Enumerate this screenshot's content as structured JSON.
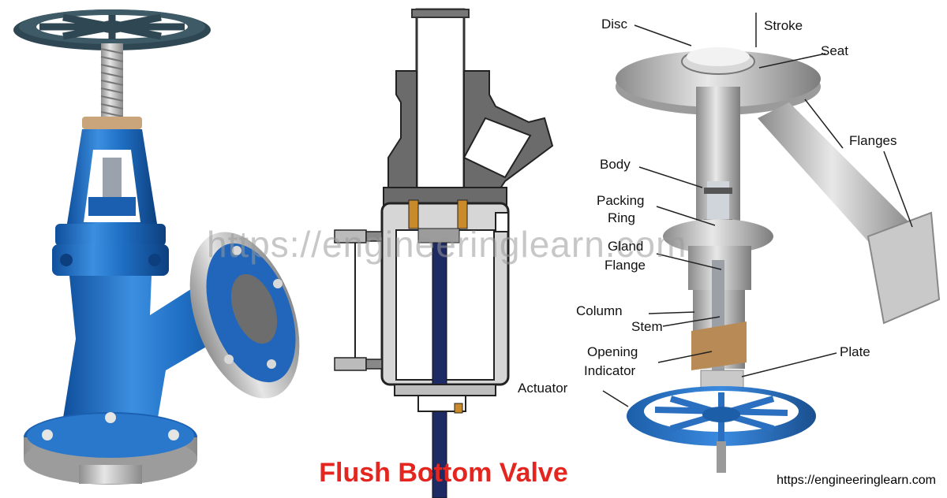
{
  "title": "Flush Bottom Valve",
  "watermark": "https://engineeringlearn.com",
  "website": "https://engineeringlearn.com",
  "labels": {
    "disc": "Disc",
    "stroke": "Stroke",
    "seat": "Seat",
    "flanges": "Flanges",
    "body": "Body",
    "packing_ring_1": "Packing",
    "packing_ring_2": "Ring",
    "gland_flange_1": "Gland",
    "gland_flange_2": "Flange",
    "column": "Column",
    "stem": "Stem",
    "opening_indicator_1": "Opening",
    "opening_indicator_2": "Indicator",
    "plate": "Plate",
    "actuator": "Actuator"
  },
  "colors": {
    "title": "#e3261f",
    "valve_blue": "#1f6fc4",
    "handwheel_dark": "#2e4752",
    "steel": "#bdbdbd",
    "section_grey": "#6b6b6b",
    "stem_navy": "#1d2a63",
    "packing_orange": "#c98a2a"
  }
}
